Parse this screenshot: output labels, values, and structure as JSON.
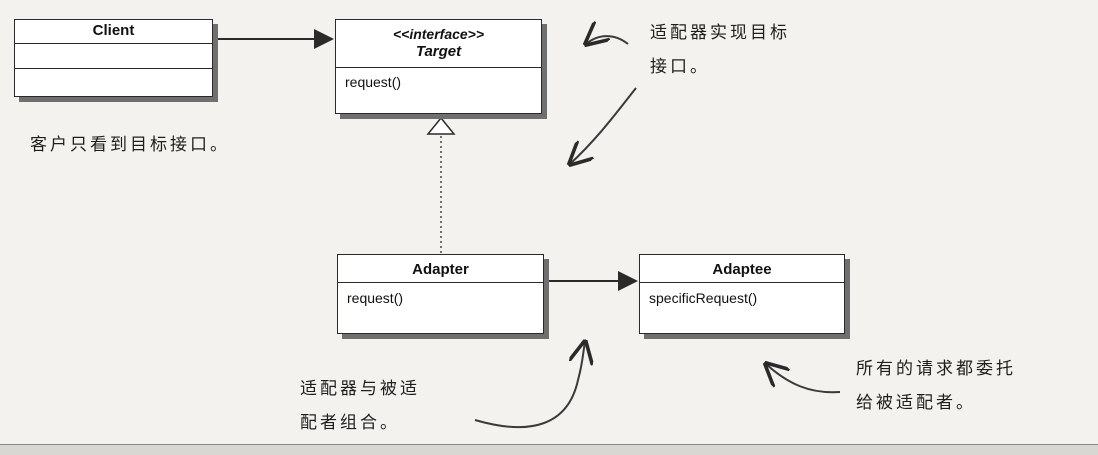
{
  "classes": {
    "client": {
      "name": "Client"
    },
    "target": {
      "stereotype": "<<interface>>",
      "name": "Target",
      "operation": "request()"
    },
    "adapter": {
      "name": "Adapter",
      "operation": "request()"
    },
    "adaptee": {
      "name": "Adaptee",
      "operation": "specificRequest()"
    }
  },
  "notes": {
    "adapter_implements_line1": "适配器实现目标",
    "adapter_implements_line2": "接口。",
    "client_sees_interface": "客户只看到目标接口。",
    "adapter_composed_line1": "适配器与被适",
    "adapter_composed_line2": "配者组合。",
    "requests_delegated_line1": "所有的请求都委托",
    "requests_delegated_line2": "给被适配者。"
  },
  "colors": {
    "ink": "#2a2a2a",
    "shadow": "#6f6f6f",
    "paper": "#f3f2ef"
  }
}
